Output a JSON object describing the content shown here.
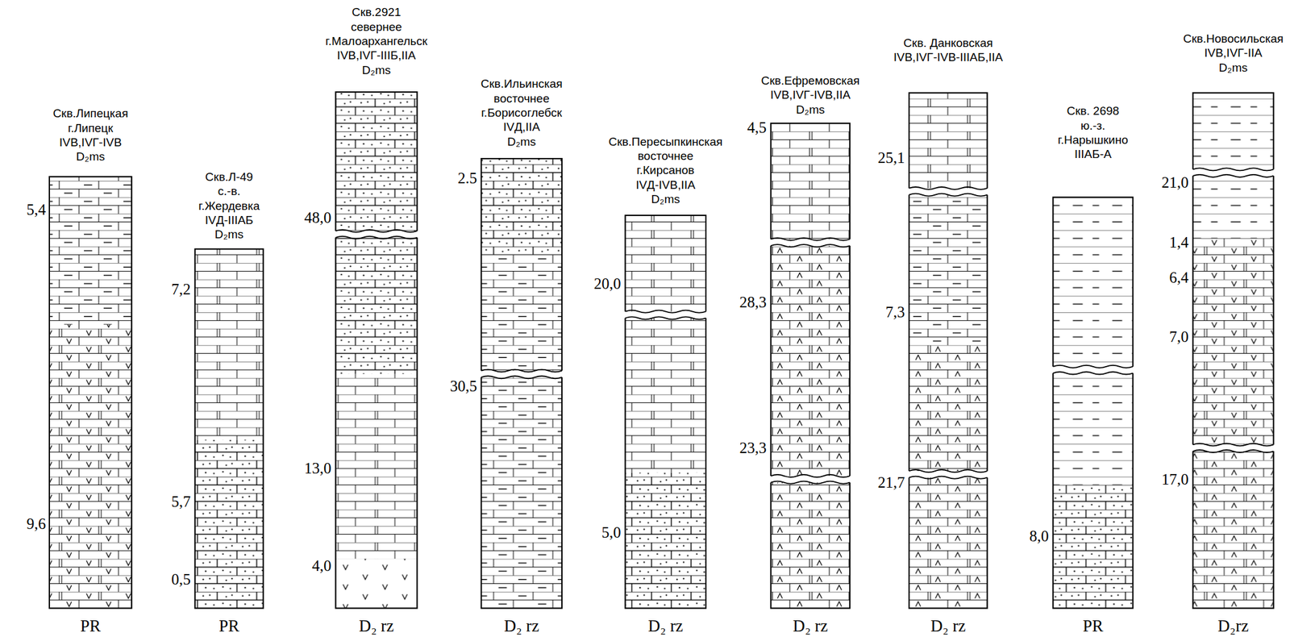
{
  "diagram": {
    "nodes": [
      {
        "text": [
          "Скв.Липецкая",
          "г.Липецк",
          "IVВ,IVГ-IVВ",
          "D₂ms",
          "PR"
        ]
      },
      {
        "text": [
          "Скв.Л-49",
          "с.-в.",
          "г.Жердевка",
          "IVД-IIIАБ",
          "D₂ms",
          "PR"
        ]
      },
      {
        "text": [
          "Скв.2921",
          "севернее",
          "г.Малоархангельск",
          "IVВ,IVГ-IIIБ,IIА",
          "D₂ms",
          "D₂ rz"
        ]
      },
      {
        "text": [
          "Скв.Ильинская",
          "восточнее",
          "г.Борисоглебск",
          "IVД,IIА",
          "D₂ms",
          "D₂ rz"
        ]
      },
      {
        "text": [
          "Скв.Пересыпкинская",
          "восточнее",
          "г.Кирсанов",
          "IVД-IVВ,IIА",
          "D₂ms",
          "D₂ rz"
        ]
      },
      {
        "text": [
          "Скв.Ефремовская",
          "IVВ,IVГ-IVВ,IIА",
          "D₂ms",
          "D₂ rz"
        ]
      },
      {
        "text": [
          "Скв. Данковская",
          "IVВ,IVГ-IVВ-IIIАБ,IIА",
          "D₂ rz"
        ]
      },
      {
        "text": [
          "Скв. 2698",
          "ю.-з.",
          "г.Нарышкино",
          "IIIАБ-А",
          "PR"
        ]
      },
      {
        "text": [
          "Скв.Новосильская",
          "IVВ,IVГ-IIА",
          "D₂ms",
          "D₂rz"
        ]
      }
    ],
    "labels": [
      "5,4",
      "9,6",
      "7,2",
      "5,7",
      "0,5",
      "48,0",
      "13,0",
      "4,0",
      "2.5",
      "30,5",
      "20,0",
      "5,0",
      "4,5",
      "28,3",
      "23,3",
      "25,1",
      "7,3",
      "21,7",
      "8,0",
      "21,0",
      "1,4",
      "6,4",
      "7,0",
      "17,0"
    ]
  }
}
